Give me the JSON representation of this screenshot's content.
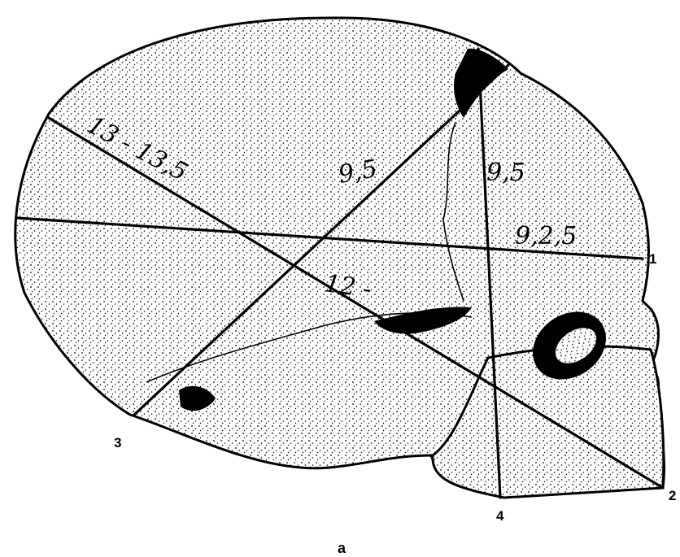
{
  "measurements": {
    "line_13": "13 - 13,5",
    "line_9_5_diag": "9,5",
    "line_9_5_vert": "9,5",
    "line_9_2_5": "9,2,5",
    "line_12": "12 -"
  },
  "point_labels": {
    "p1": "1",
    "p2": "2",
    "p3": "3",
    "p4": "4"
  },
  "caption": "а"
}
